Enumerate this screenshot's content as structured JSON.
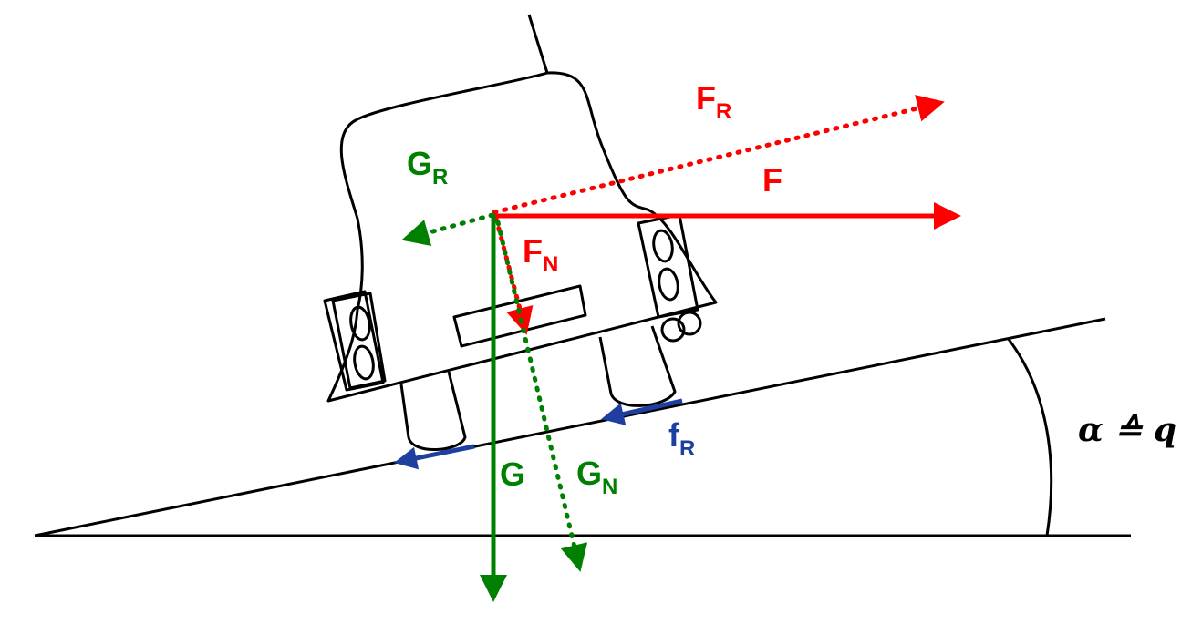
{
  "colors": {
    "applied_force": "#ff0000",
    "gravity": "#008000",
    "friction": "#1f3fa0",
    "outline": "#000000"
  },
  "labels": {
    "F_R": {
      "main": "F",
      "sub": "R"
    },
    "F": {
      "main": "F"
    },
    "G_R": {
      "main": "G",
      "sub": "R"
    },
    "F_N": {
      "main": "F",
      "sub": "N"
    },
    "f_R": {
      "main": "f",
      "sub": "R"
    },
    "G": {
      "main": "G"
    },
    "G_N": {
      "main": "G",
      "sub": "N"
    },
    "angle": "α ≙ q"
  }
}
